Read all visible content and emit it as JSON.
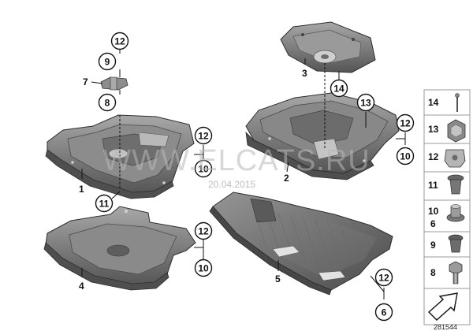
{
  "diagram": {
    "plain_labels": [
      {
        "id": "label-1",
        "text": "1"
      },
      {
        "id": "label-2",
        "text": "2"
      },
      {
        "id": "label-3",
        "text": "3"
      },
      {
        "id": "label-4",
        "text": "4"
      },
      {
        "id": "label-5",
        "text": "5"
      },
      {
        "id": "label-7",
        "text": "7"
      }
    ],
    "callouts": [
      {
        "id": "c12a",
        "text": "12"
      },
      {
        "id": "c9",
        "text": "9"
      },
      {
        "id": "c8",
        "text": "8"
      },
      {
        "id": "c12b",
        "text": "12"
      },
      {
        "id": "c10a",
        "text": "10"
      },
      {
        "id": "c11",
        "text": "11"
      },
      {
        "id": "c12c",
        "text": "12"
      },
      {
        "id": "c10b",
        "text": "10"
      },
      {
        "id": "c14",
        "text": "14"
      },
      {
        "id": "c13",
        "text": "13"
      },
      {
        "id": "c12d",
        "text": "12"
      },
      {
        "id": "c10c",
        "text": "10"
      },
      {
        "id": "c12e",
        "text": "12"
      },
      {
        "id": "c6",
        "text": "6"
      }
    ],
    "side_panel": [
      {
        "id": "p14",
        "label": "14"
      },
      {
        "id": "p13",
        "label": "13"
      },
      {
        "id": "p12",
        "label": "12"
      },
      {
        "id": "p11",
        "label": "11"
      },
      {
        "id": "p10",
        "label": "10"
      },
      {
        "id": "p6",
        "label": "6"
      },
      {
        "id": "p9",
        "label": "9"
      },
      {
        "id": "p8",
        "label": "8"
      }
    ],
    "watermark": "WWW.ELCATS.RU",
    "date": "20.04.2015",
    "doc_number": "281544"
  },
  "colors": {
    "panel_fill": "#7b7b7b",
    "panel_light": "#a3a3a3",
    "panel_dark": "#4e4e4e",
    "outline": "#2e2e2e",
    "callout_stroke": "#111111"
  }
}
